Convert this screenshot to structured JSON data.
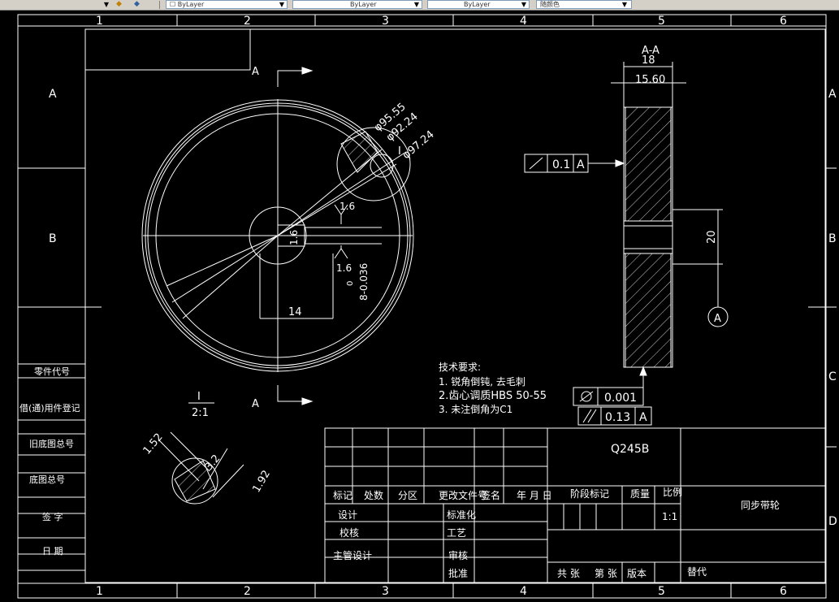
{
  "toolbar": {
    "layer_box": "ByLayer",
    "linetype_box": "ByLayer",
    "lineweight_box": "ByLayer",
    "color_box": "随颜色"
  },
  "border": {
    "columns": [
      "1",
      "2",
      "3",
      "4",
      "5",
      "6"
    ],
    "rows": [
      "A",
      "B",
      "C",
      "D"
    ]
  },
  "left_panel": {
    "part_code": "零件代号",
    "borrowed_reg": "借(通)用件登记",
    "old_drawing_no": "旧底图总号",
    "base_drawing_no": "底图总号",
    "signature": "签 字",
    "date": "日 期"
  },
  "front_view": {
    "section_marker_top": "A",
    "section_marker_bottom": "A",
    "dim_outer": "φ95.55",
    "dim_mid": "φ92.24",
    "dim_tip": "φ97.24",
    "detail_ref": "I",
    "roughness_1": "1.6",
    "roughness_2": "1.6",
    "roughness_3": "1.6",
    "keyway_tol": "8-0.036",
    "keyway_tol_upper": "0",
    "dim_14": "14"
  },
  "detail_view": {
    "label": "I",
    "scale": "2:1",
    "dim_a": "1.52",
    "dim_b": "3.2",
    "dim_c": "1.92"
  },
  "section_view": {
    "title": "A-A",
    "dim_width": "18",
    "dim_inner": "15.60",
    "dim_bore": "20",
    "datum": "A",
    "runout_value": "0.1",
    "runout_datum": "A",
    "cyl_value": "0.001",
    "para_value": "0.13",
    "para_datum": "A"
  },
  "tech_notes": {
    "title": "技术要求:",
    "line1": "1. 锐角倒钝, 去毛刺",
    "line2": "2.齿心调质HBS 50-55",
    "line3": "3. 未注倒角为C1"
  },
  "title_block": {
    "material": "Q245B",
    "mark": "标记",
    "count": "处数",
    "zone": "分区",
    "change_doc": "更改文件号",
    "sign": "签名",
    "ymd": "年 月 日",
    "stage_mark": "阶段标记",
    "weight": "质量",
    "scale": "比例",
    "scale_value": "1:1",
    "part_name": "同步带轮",
    "design": "设计",
    "standardize": "标准化",
    "check": "校核",
    "process": "工艺",
    "chief_design": "主管设计",
    "review": "审核",
    "approve": "批准",
    "total_sheets": "共 张",
    "sheet_no": "第 张",
    "version": "版本",
    "replace": "替代"
  }
}
